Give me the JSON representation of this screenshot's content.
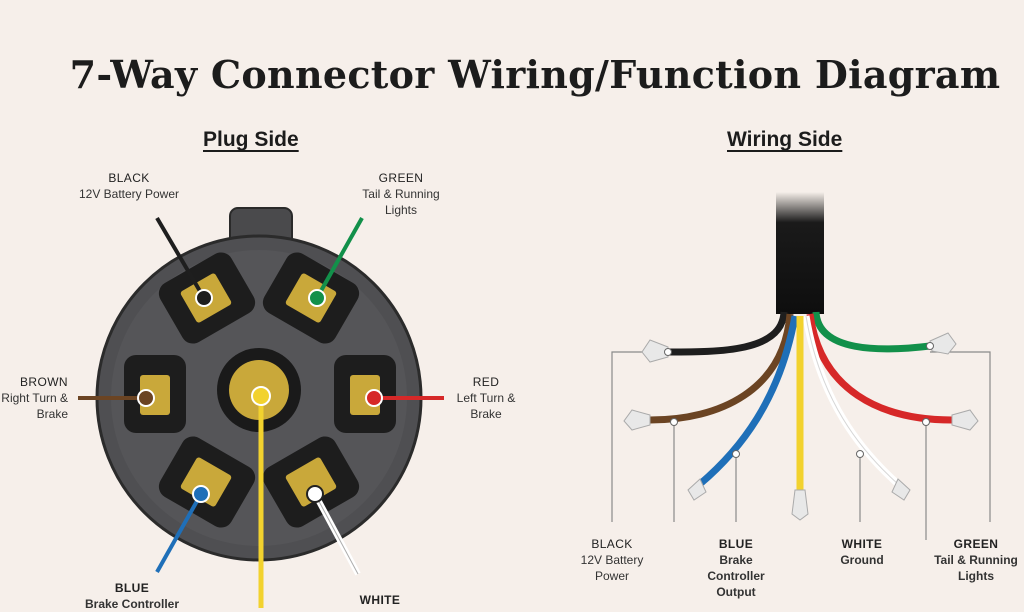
{
  "title": "7-Way Connector Wiring/Function Diagram",
  "plug_side": {
    "heading": "Plug Side",
    "labels": {
      "black": {
        "color": "BLACK",
        "function": "12V Battery Power"
      },
      "green": {
        "color": "GREEN",
        "function": "Tail & Running Lights"
      },
      "brown": {
        "color": "BROWN",
        "function": "Right Turn & Brake"
      },
      "red": {
        "color": "RED",
        "function": "Left Turn & Brake"
      },
      "blue": {
        "color": "BLUE",
        "function": "Brake Controller"
      },
      "white": {
        "color": "WHITE",
        "function": ""
      }
    }
  },
  "wiring_side": {
    "heading": "Wiring Side",
    "labels": {
      "black": {
        "color": "BLACK",
        "function": "12V Battery Power"
      },
      "blue": {
        "color": "BLUE",
        "function": "Brake Controller Output"
      },
      "white": {
        "color": "WHITE",
        "function": "Ground"
      },
      "green": {
        "color": "GREEN",
        "function": "Tail & Running Lights"
      }
    }
  },
  "wire_colors": {
    "black": "#1e1e1e",
    "green": "#12904a",
    "brown": "#6b4423",
    "red": "#d62828",
    "blue": "#1f6fb8",
    "white": "#ffffff",
    "yellow": "#f2d22e"
  }
}
